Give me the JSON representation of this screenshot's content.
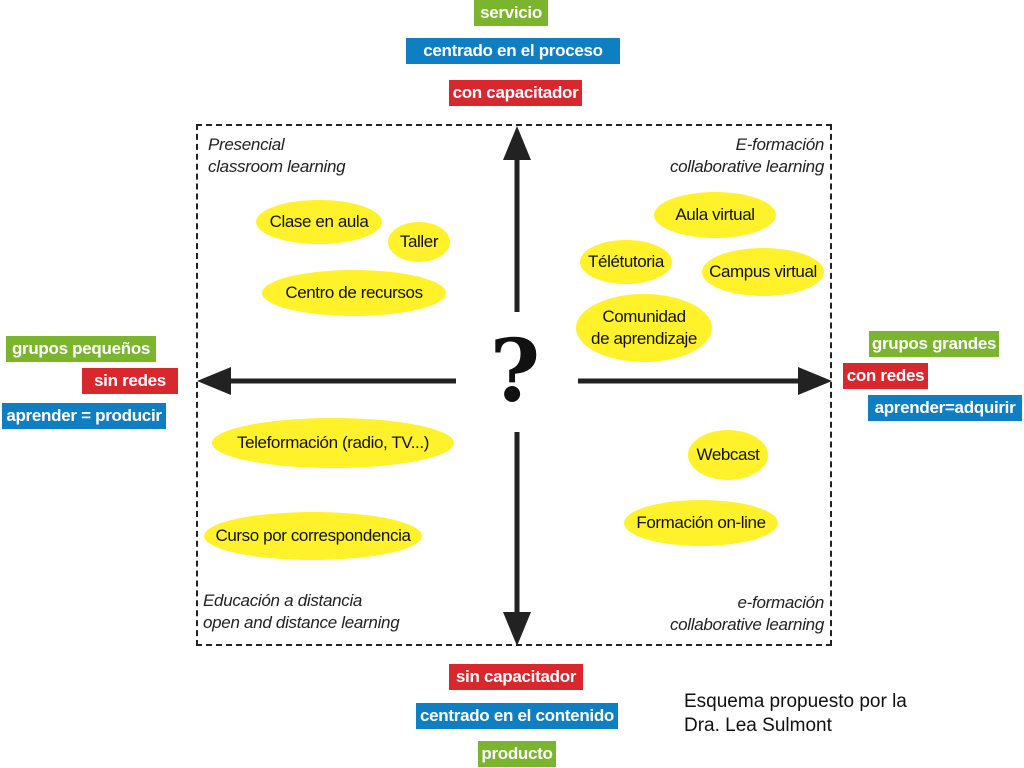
{
  "colors": {
    "green": "#7ab52d",
    "blue": "#0f7fc4",
    "red": "#d9272e",
    "yellow": "#fff12a",
    "arrow": "#222222"
  },
  "top_tags": {
    "servicio": "servicio",
    "centrado_proceso": "centrado en el proceso",
    "con_capacitador": "con capacitador"
  },
  "bottom_tags": {
    "sin_capacitador": "sin capacitador",
    "centrado_contenido": "centrado en el contenido",
    "producto": "producto"
  },
  "left_tags": {
    "grupos_pequenos": "grupos pequeños",
    "sin_redes": "sin redes",
    "aprender_producir": "aprender = producir"
  },
  "right_tags": {
    "grupos_grandes": "grupos grandes",
    "con_redes": "con redes",
    "aprender_adquirir": "aprender=adquirir"
  },
  "corners": {
    "top_left": {
      "line1": "Presencial",
      "line2": "classroom learning"
    },
    "top_right": {
      "line1": "E-formación",
      "line2": "collaborative learning"
    },
    "bottom_left": {
      "line1": "Educación a distancia",
      "line2": "open and distance learning"
    },
    "bottom_right": {
      "line1": "e-formación",
      "line2": "collaborative learning"
    }
  },
  "ellipses": {
    "clase_en_aula": "Clase en aula",
    "taller": "Taller",
    "centro_recursos": "Centro de recursos",
    "aula_virtual": "Aula virtual",
    "teletutoria": "Télétutoria",
    "campus_virtual": "Campus virtual",
    "comunidad_line1": "Comunidad",
    "comunidad_line2": "de aprendizaje",
    "teleformacion": "Teleformación (radio, TV...)",
    "curso_correspondencia": "Curso por correspondencia",
    "webcast": "Webcast",
    "formacion_online": "Formación on-line"
  },
  "center_symbol": "?",
  "caption": {
    "line1": "Esquema propuesto por la",
    "line2": "Dra. Lea Sulmont"
  }
}
